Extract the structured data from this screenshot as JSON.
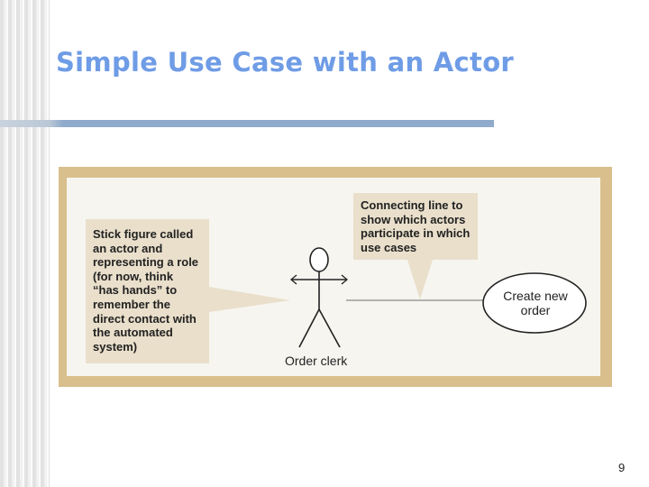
{
  "slide": {
    "title": "Simple Use Case with an Actor",
    "page_number": "9"
  },
  "diagram": {
    "actor_callout": "Stick figure called\nan actor and\nrepresenting a role\n (for now, think\n“has hands” to\nremember the\ndirect contact with\nthe automated\nsystem)",
    "line_callout": "Connecting line to\nshow which actors\nparticipate in which\nuse cases",
    "actor_name": "Order clerk",
    "use_case": "Create new\norder"
  },
  "colors": {
    "title": "#6f9ce6",
    "frame": "#d8bf8c",
    "callout_fill": "#e9dfcb"
  }
}
